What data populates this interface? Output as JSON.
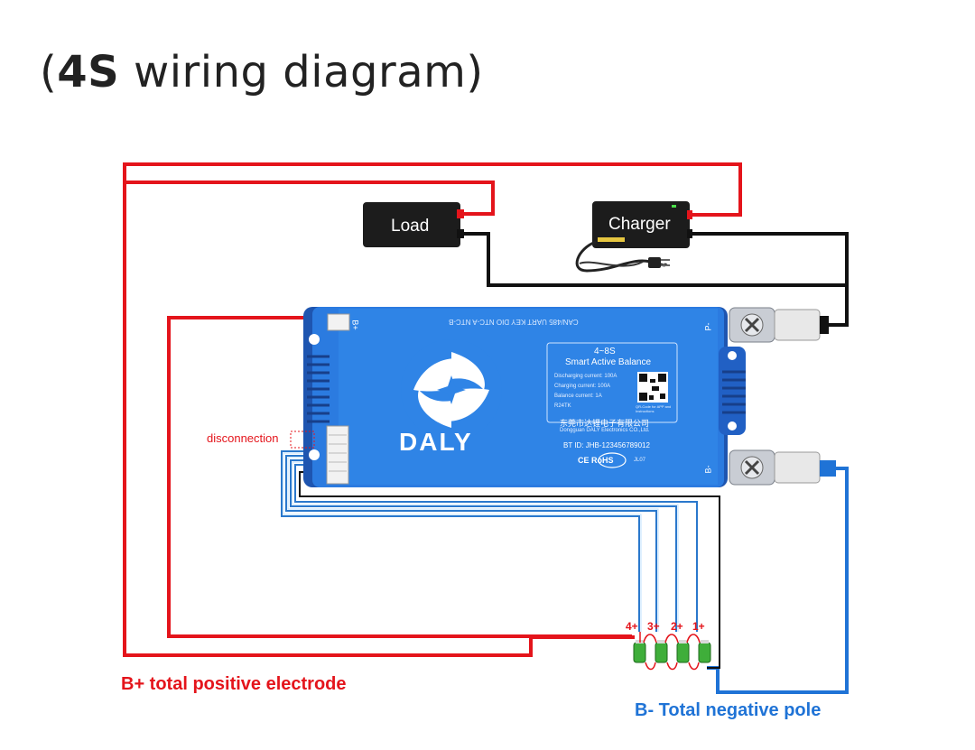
{
  "title": {
    "open": "(",
    "bold": "4S",
    "rest": " wiring diagram",
    "close": ")"
  },
  "devices": {
    "load": "Load",
    "charger": "Charger"
  },
  "labels": {
    "disconnection": "disconnection",
    "positive": "B+ total positive electrode",
    "negative": "B- Total negative pole"
  },
  "cells": [
    "4+",
    "3+",
    "2+",
    "1+"
  ],
  "bms": {
    "brand": "DALY",
    "port_labels": "CAN/485  UART   KEY   DIO  NTC-A  NTC-B",
    "terminal_bplus": "B+",
    "terminal_pminus": "P-",
    "terminal_bminus": "B-",
    "model": "4~8S",
    "subtitle": "Smart Active Balance",
    "specs": [
      "Discharging current: 100A",
      "Charging current: 100A",
      "Balance current: 1A",
      "R24TK"
    ],
    "qr_note": "QR-Code for APP and Instructions",
    "company_cn": "东莞市达锂电子有限公司",
    "company_en": "Dongguan DALY Electronics CO.,Ltd.",
    "bt_id": "BT ID: JHB-123456789012",
    "cert": "CE RoHS",
    "code": "JL07"
  },
  "colors": {
    "positive_wire": "#e4141b",
    "negative_wire": "#1f73d6",
    "ground_wire": "#111111",
    "bms_body": "#1f6fd0",
    "cell_green": "#3fae3a"
  }
}
